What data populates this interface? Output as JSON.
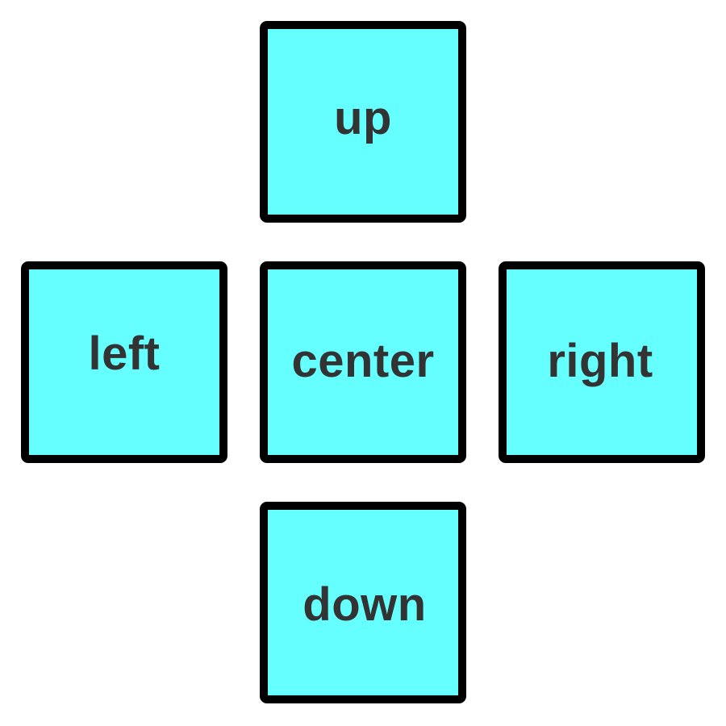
{
  "dpad": {
    "up": {
      "label": "up"
    },
    "left": {
      "label": "left"
    },
    "center": {
      "label": "center"
    },
    "right": {
      "label": "right"
    },
    "down": {
      "label": "down"
    }
  },
  "colors": {
    "key_fill": "#66ffff",
    "key_border": "#000000",
    "label_text": "#333333",
    "background": "#ffffff"
  }
}
